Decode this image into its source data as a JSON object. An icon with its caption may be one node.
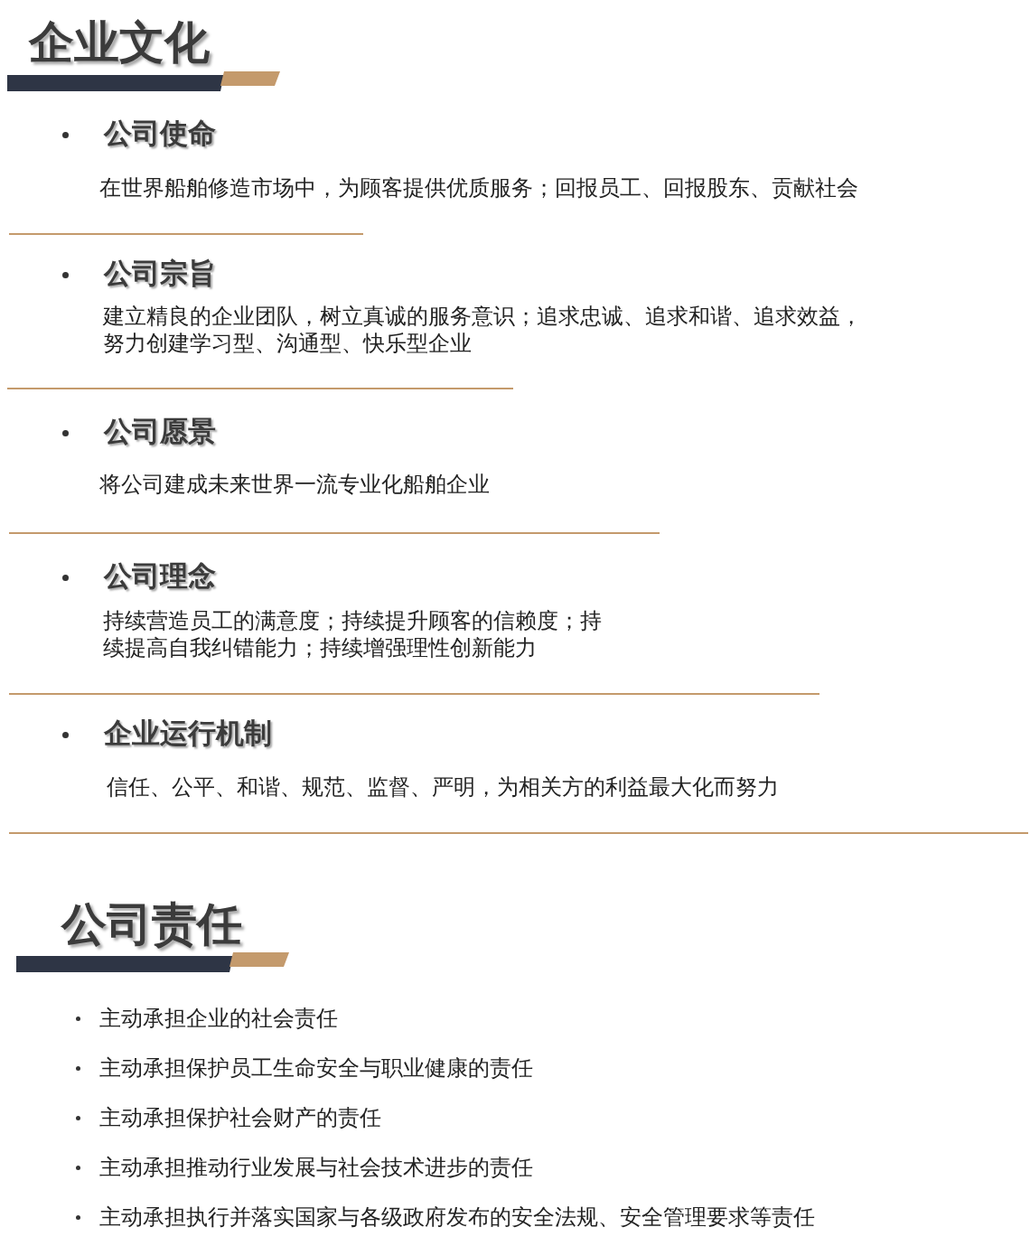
{
  "diagram": {
    "labels": [
      "企业文化",
      "公司使命",
      "在世界船舶修造市场中，为顾客提供优质服务；回报员工、回报股东、贡献社会",
      "公司宗旨",
      "建立精良的企业团队，树立真诚的服务意识；追求忠诚、追求和谐、追求效益，努力创建学习型、沟通型、快乐型企业",
      "公司愿景",
      "将公司建成未来世界一流专业化船舶企业",
      "公司理念",
      "持续营造员工的满意度；持续提升顾客的信赖度；持续提高自我纠错能力；持续增强理性创新能力",
      "企业运行机制",
      "信任、公平、和谐、规范、监督、严明，为相关方的利益最大化而努力",
      "公司责任",
      "主动承担企业的社会责任",
      "主动承担保护员工生命安全与职业健康的责任",
      "主动承担保护社会财产的责任",
      "主动承担推动行业发展与社会技术进步的责任",
      "主动承担执行并落实国家与各级政府发布的安全法规、安全管理要求等责任"
    ]
  }
}
